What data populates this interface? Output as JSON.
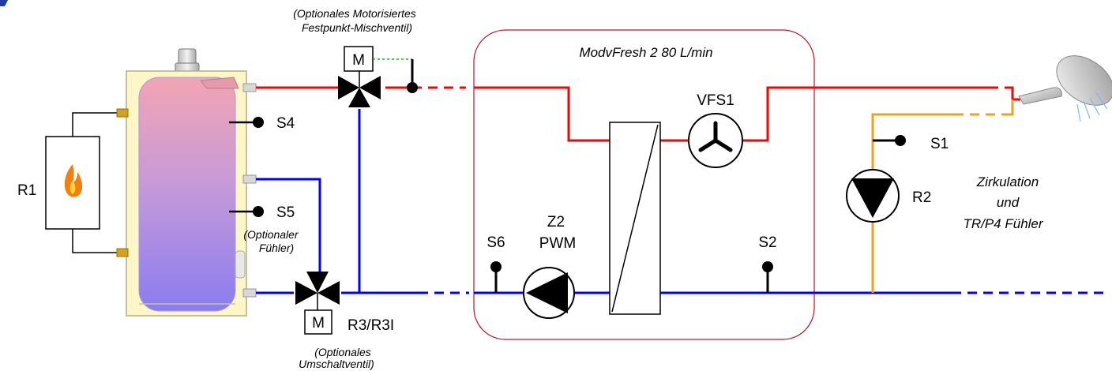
{
  "colors": {
    "hot": "#ff0000",
    "cold": "#0000ff",
    "circulation": "#f0a020",
    "module_border": "#c0142c",
    "valve_link": "#2ea02e"
  },
  "module": {
    "title": "ModvFresh 2 80 L/min"
  },
  "labels": {
    "r1": "R1",
    "s4": "S4",
    "s5": "S5",
    "s6": "S6",
    "s2": "S2",
    "s1": "S1",
    "r2": "R2",
    "r3": "R3/R3I",
    "vfs1": "VFS1",
    "z2": "Z2",
    "pwm": "PWM",
    "motor_top": "M",
    "motor_bottom": "M"
  },
  "notes": {
    "mixing_valve_1": "(Optionales Motorisiertes",
    "mixing_valve_2": "Festpunkt-Mischventil)",
    "sensor_1": "(Optionaler",
    "sensor_2": "Fühler)",
    "switch_valve_1": "(Optionales",
    "switch_valve_2": "Umschaltventil)",
    "circulation_1": "Zirkulation",
    "circulation_2": "und",
    "circulation_3": "TR/P4 Fühler"
  },
  "icons": {
    "flame": "flame-icon",
    "shower": "shower-head-icon",
    "pump": "pump-icon",
    "flow_sensor": "flow-sensor-icon",
    "valve": "three-way-valve-icon",
    "heat_exchanger": "heat-exchanger-icon"
  }
}
